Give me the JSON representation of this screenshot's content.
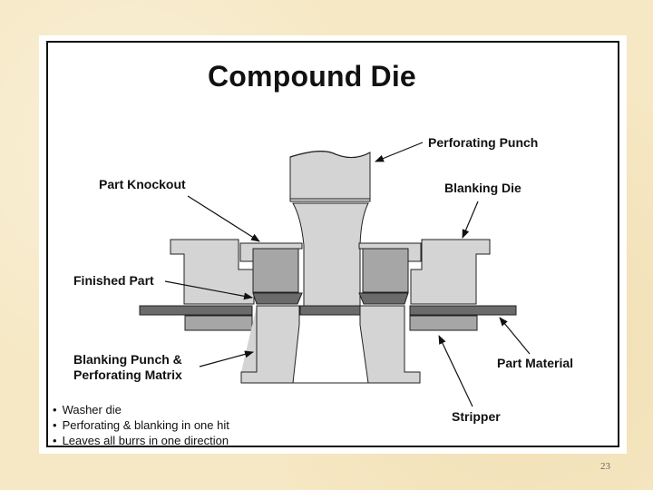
{
  "slide": {
    "title": "Compound Die",
    "page_number": "23"
  },
  "labels": {
    "perforating_punch": "Perforating Punch",
    "part_knockout": "Part Knockout",
    "blanking_die": "Blanking Die",
    "finished_part": "Finished Part",
    "blanking_punch_line1": "Blanking Punch &",
    "blanking_punch_line2": "Perforating Matrix",
    "part_material": "Part Material",
    "stripper": "Stripper"
  },
  "bullets": [
    "Washer die",
    "Perforating & blanking in one hit",
    "Leaves all burrs in one direction"
  ],
  "colors": {
    "light_gray": "#d4d4d4",
    "mid_gray": "#a6a6a6",
    "dark_gray": "#6b6b6b",
    "outline": "#222222",
    "background": "#f6e8c4"
  }
}
